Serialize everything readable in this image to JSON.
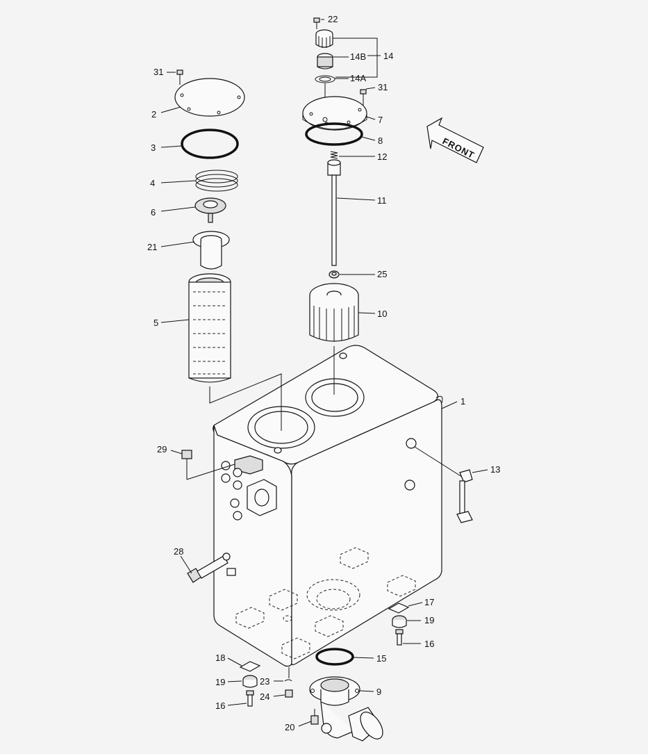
{
  "direction_label": "FRONT",
  "callouts": {
    "c1": "1",
    "c2": "2",
    "c3": "3",
    "c4": "4",
    "c5": "5",
    "c6": "6",
    "c7": "7",
    "c8": "8",
    "c9": "9",
    "c10": "10",
    "c11": "11",
    "c12": "12",
    "c13": "13",
    "c14": "14",
    "c14a": "14A",
    "c14b": "14B",
    "c15": "15",
    "c16a": "16",
    "c16b": "16",
    "c17": "17",
    "c18": "18",
    "c19a": "19",
    "c19b": "19",
    "c20": "20",
    "c21": "21",
    "c22": "22",
    "c23": "23",
    "c24": "24",
    "c25": "25",
    "c28": "28",
    "c29": "29",
    "c31a": "31",
    "c31b": "31"
  }
}
